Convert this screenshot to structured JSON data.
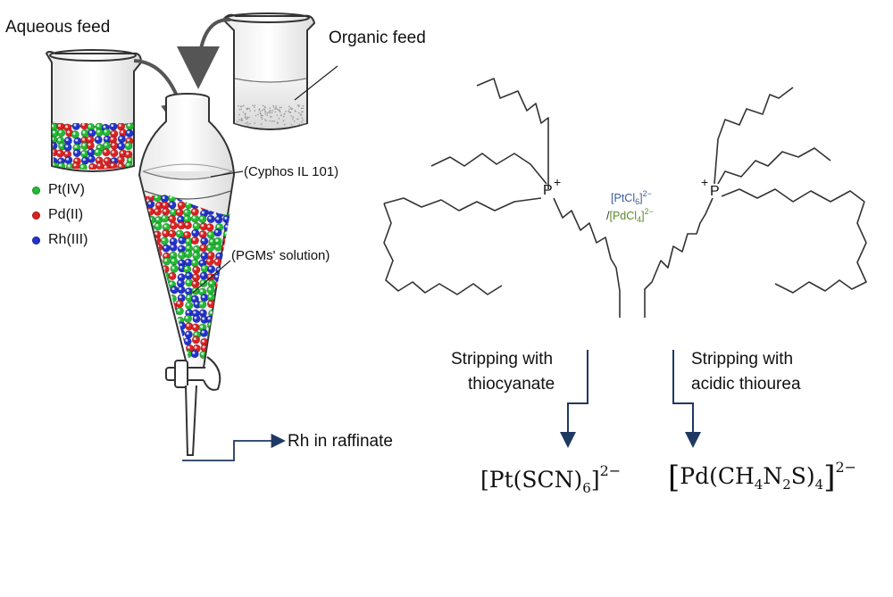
{
  "labels": {
    "aqueous_feed": "Aqueous feed",
    "organic_feed": "Organic feed",
    "cyphos": "(Cyphos IL 101)",
    "pgm_solution": "(PGMs' solution)",
    "raffinate": "Rh in raffinate",
    "strip_left_1": "Stripping  with",
    "strip_left_2": "thiocyanate",
    "strip_right_1": "Stripping  with",
    "strip_right_2": "acidic thiourea"
  },
  "legend": [
    {
      "label": "Pt(IV)",
      "color": "#22bb33"
    },
    {
      "label": "Pd(II)",
      "color": "#dd2222"
    },
    {
      "label": "Rh(III)",
      "color": "#2233cc"
    }
  ],
  "structure": {
    "p_atom": "P",
    "p_charge": "+",
    "anion_pt": {
      "open": "[",
      "el": "PtCl",
      "n": "6",
      "close": "]",
      "charge": "2−",
      "color": "#3a5b9a"
    },
    "anion_pd": {
      "slash": "/",
      "open": "[",
      "el": "PdCl",
      "n": "4",
      "close": "]",
      "charge": "2−",
      "color": "#5a8a2a"
    }
  },
  "products": {
    "pt": {
      "a": "[Pt(SCN)",
      "n": "6",
      "b": "]",
      "charge": "2−"
    },
    "pd": {
      "a": "Pd(CH",
      "n1": "4",
      "b": "N",
      "n2": "2",
      "c": "S)",
      "n3": "4",
      "charge": "2−"
    }
  },
  "colors": {
    "arrow": "#1f3864",
    "pt_dot": "#22bb33",
    "pd_dot": "#dd2222",
    "rh_dot": "#2233cc",
    "glass": "#333333"
  }
}
